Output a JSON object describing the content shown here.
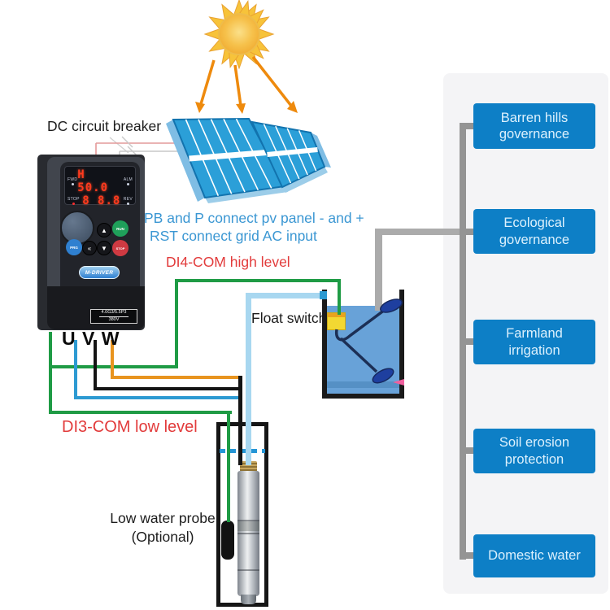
{
  "labels": {
    "dc_breaker": "DC circuit breaker",
    "pv_note_line1": "PB and P connect pv panel - and +",
    "pv_note_line2": "RST connect grid AC input",
    "di4_high": "DI4-COM high level",
    "di3_low": "DI3-COM low level",
    "float_switch": "Float switch",
    "low_probe_line1": "Low water probe",
    "low_probe_line2": "(Optional)"
  },
  "vfd": {
    "display": {
      "row1": "H 50.0",
      "row2": "8 8.8",
      "fwd": "FWD",
      "alm": "ALM",
      "stop": "STOP",
      "rev": "REV"
    },
    "keypad": {
      "up": "▲",
      "down": "▼",
      "back": "«",
      "run": "RUN",
      "stop": "STOP",
      "prg": "PRG"
    },
    "brand": "M-DRIVER",
    "nameplate_model": "4.0G3/5.5P3",
    "nameplate_voltage": "380V",
    "terminals": "U V W"
  },
  "usage": {
    "boxes": [
      "Barren hills governance",
      "Ecological governance",
      "Farmland irrigation",
      "Soil erosion protection",
      "Domestic water"
    ]
  },
  "colors": {
    "box_blue": "#0d7fc6",
    "wire_green": "#1f9b45",
    "wire_orange": "#e8941f",
    "wire_blue": "#2d9ad2",
    "pipe_light_blue": "#a8d7f0",
    "pipe_gray": "#ababab",
    "water_blue": "#68a2d8",
    "label_red": "#e23b3b",
    "label_blue": "#3b97d3",
    "display_red": "#ff3a1e",
    "panel_blue": "#2b9fd8",
    "sun_yellow": "#f7c33a"
  }
}
